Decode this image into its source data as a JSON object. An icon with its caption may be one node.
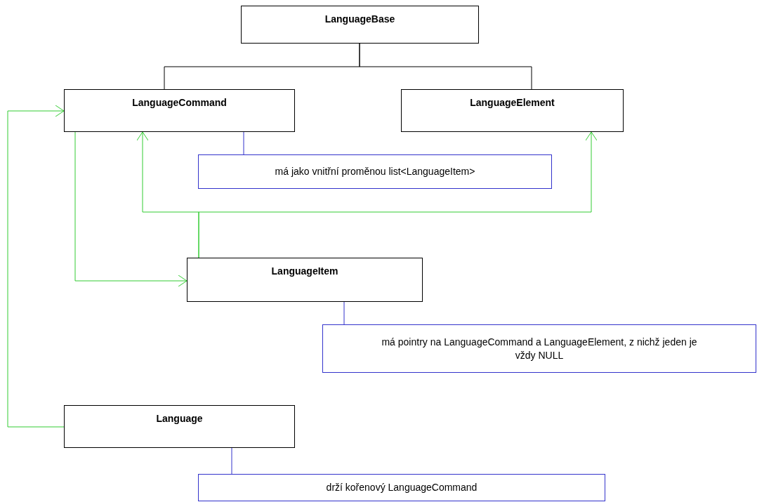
{
  "diagram": {
    "nodes": [
      {
        "text": [
          "LanguageBase"
        ]
      },
      {
        "text": [
          "LanguageCommand"
        ]
      },
      {
        "text": [
          "LanguageElement"
        ]
      },
      {
        "text": [
          "má jako vnitřní proměnou list<LanguageItem>"
        ]
      },
      {
        "text": [
          "LanguageItem"
        ]
      },
      {
        "text": [
          "má pointry na LanguageCommand a LanguageElement, z nichž jeden je vždy NULL"
        ]
      },
      {
        "text": [
          "Language"
        ]
      },
      {
        "text": [
          "drží kořenový LanguageCommand"
        ]
      }
    ],
    "edges": [
      {
        "from": 0,
        "to": 1,
        "arrow": "none",
        "color": "#000000"
      },
      {
        "from": 0,
        "to": 2,
        "arrow": "none",
        "color": "#000000"
      },
      {
        "from": 1,
        "to": 3,
        "arrow": "none",
        "color": "#3333cc"
      },
      {
        "from": 4,
        "to": 1,
        "arrow": "to"
      },
      {
        "from": 4,
        "to": 2,
        "arrow": "to"
      },
      {
        "from": 1,
        "to": 4,
        "arrow": "to"
      },
      {
        "from": 6,
        "to": 1,
        "arrow": "to"
      },
      {
        "from": 4,
        "to": 5,
        "arrow": "none",
        "color": "#3333cc"
      },
      {
        "from": 6,
        "to": 7,
        "arrow": "none",
        "color": "#3333cc"
      }
    ]
  }
}
